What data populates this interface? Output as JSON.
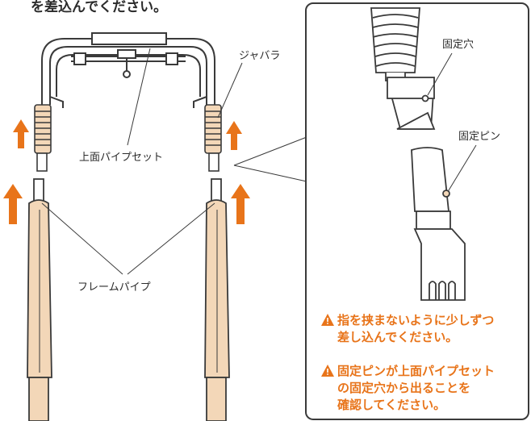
{
  "heading": "を差込んでください。",
  "labels": {
    "upper_pipe_set": "上面パイプセット",
    "frame_pipe": "フレームパイプ",
    "bellows": "ジャバラ",
    "fixing_hole": "固定穴",
    "fixing_pin": "固定ピン"
  },
  "warnings": [
    {
      "icon": "warning-triangle-icon",
      "lines": [
        "指を挟まないように少しずつ",
        "差し込んでください。"
      ]
    },
    {
      "icon": "warning-triangle-icon",
      "lines": [
        "固定ピンが上面パイプセット",
        "の固定穴から出ることを",
        "確認してください。"
      ]
    }
  ],
  "colors": {
    "accent": "#e8741a",
    "pipe": "#f3d7b8",
    "outline": "#3a3a3a"
  }
}
